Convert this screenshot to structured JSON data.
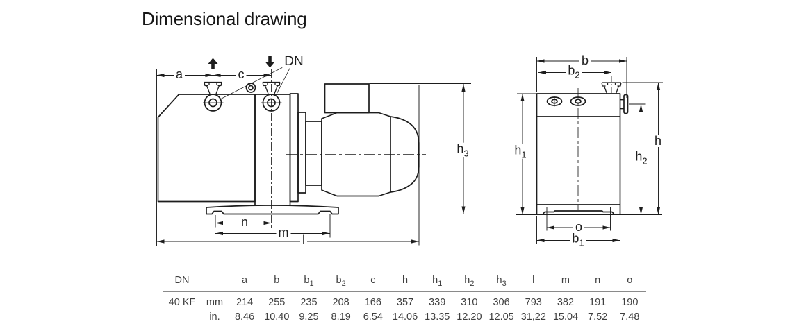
{
  "title": "Dimensional drawing",
  "labels": {
    "a": "a",
    "c": "c",
    "dn": "DN",
    "h3": {
      "base": "h",
      "sub": "3"
    },
    "n": "n",
    "m": "m",
    "l": "l",
    "b": "b",
    "b2": {
      "base": "b",
      "sub": "2"
    },
    "b1": {
      "base": "b",
      "sub": "1"
    },
    "h1": {
      "base": "h",
      "sub": "1"
    },
    "h2": {
      "base": "h",
      "sub": "2"
    },
    "h": "h",
    "o": "o"
  },
  "table": {
    "corner": "DN",
    "row_label": "40 KF",
    "unit_mm": "mm",
    "unit_in": "in.",
    "headers": [
      {
        "base": "a",
        "sub": ""
      },
      {
        "base": "b",
        "sub": ""
      },
      {
        "base": "b",
        "sub": "1"
      },
      {
        "base": "b",
        "sub": "2"
      },
      {
        "base": "c",
        "sub": ""
      },
      {
        "base": "h",
        "sub": ""
      },
      {
        "base": "h",
        "sub": "1"
      },
      {
        "base": "h",
        "sub": "2"
      },
      {
        "base": "h",
        "sub": "3"
      },
      {
        "base": "l",
        "sub": ""
      },
      {
        "base": "m",
        "sub": ""
      },
      {
        "base": "n",
        "sub": ""
      },
      {
        "base": "o",
        "sub": ""
      }
    ],
    "mm": [
      "214",
      "255",
      "235",
      "208",
      "166",
      "357",
      "339",
      "310",
      "306",
      "793",
      "382",
      "191",
      "190"
    ],
    "in": [
      "8.46",
      "10.40",
      "9.25",
      "8.19",
      "6.54",
      "14.06",
      "13.35",
      "12.20",
      "12.05",
      "31,22",
      "15.04",
      "7.52",
      "7.48"
    ]
  }
}
